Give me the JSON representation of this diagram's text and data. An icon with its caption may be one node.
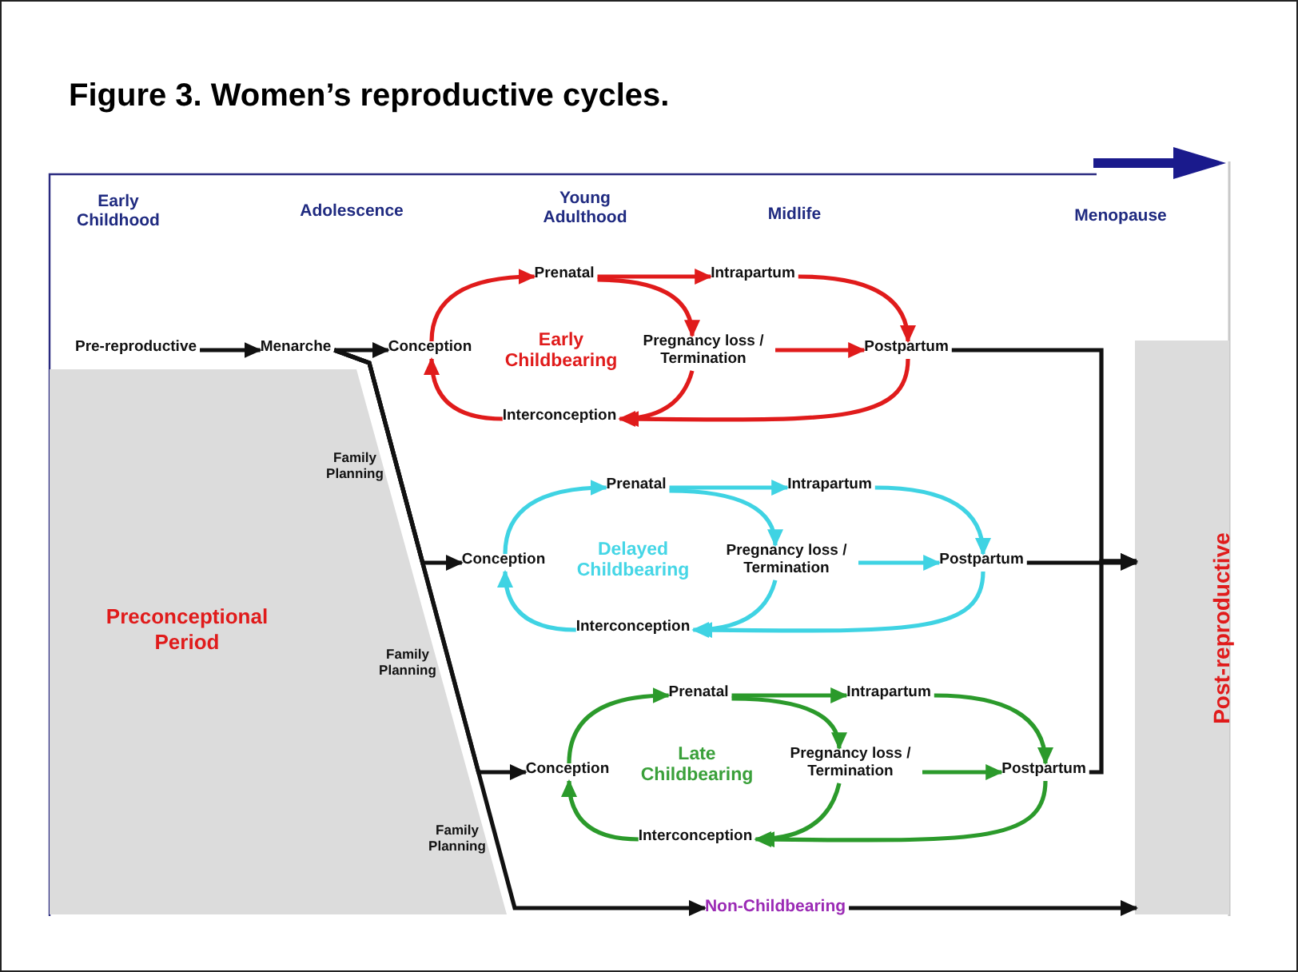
{
  "diagram": {
    "title": "Figure 3. Women’s reproductive cycles.",
    "nodes": [
      {
        "text": [
          "Pre-reproductive"
        ]
      },
      {
        "text": [
          "Menarche"
        ]
      },
      {
        "text": [
          "Conception"
        ]
      },
      {
        "text": [
          "Prenatal"
        ]
      },
      {
        "text": [
          "Intrapartum"
        ]
      },
      {
        "text": [
          "Pregnancy loss / Termination"
        ]
      },
      {
        "text": [
          "Postpartum"
        ]
      },
      {
        "text": [
          "Interconception"
        ]
      },
      {
        "text": [
          "Preconceptional Period"
        ]
      },
      {
        "text": [
          "Conception"
        ]
      },
      {
        "text": [
          "Prenatal"
        ]
      },
      {
        "text": [
          "Intrapartum"
        ]
      },
      {
        "text": [
          "Pregnancy loss / Termination"
        ]
      },
      {
        "text": [
          "Postpartum"
        ]
      },
      {
        "text": [
          "Interconception"
        ]
      },
      {
        "text": [
          "Conception"
        ]
      },
      {
        "text": [
          "Prenatal"
        ]
      },
      {
        "text": [
          "Intrapartum"
        ]
      },
      {
        "text": [
          "Pregnancy loss / Termination"
        ]
      },
      {
        "text": [
          "Postpartum"
        ]
      },
      {
        "text": [
          "Interconception"
        ]
      },
      {
        "text": [
          "Non-Childbearing"
        ]
      },
      {
        "text": [
          "Post-reproductive"
        ]
      }
    ],
    "edges": [
      {
        "from": 0,
        "to": 1,
        "arrow": "to",
        "color": "#111111"
      },
      {
        "from": 2,
        "to": 3,
        "arrow": "to",
        "color": "#e01b1b"
      },
      {
        "from": 3,
        "to": 4,
        "arrow": "to",
        "color": "#e01b1b"
      },
      {
        "from": 3,
        "to": 5,
        "arrow": "to",
        "color": "#e01b1b"
      },
      {
        "from": 4,
        "to": 6,
        "arrow": "to",
        "color": "#e01b1b"
      },
      {
        "from": 5,
        "to": 6,
        "arrow": "to",
        "color": "#e01b1b"
      },
      {
        "from": 5,
        "to": 7,
        "arrow": "to",
        "color": "#e01b1b"
      },
      {
        "from": 6,
        "to": 7,
        "arrow": "to",
        "color": "#e01b1b"
      },
      {
        "from": 7,
        "to": 2,
        "arrow": "to",
        "color": "#e01b1b"
      },
      {
        "from": 1,
        "to": 2,
        "arrow": "to",
        "color": "#111111"
      },
      {
        "from": 1,
        "to": 9,
        "arrow": "to",
        "color": "#111111"
      },
      {
        "from": 1,
        "to": 15,
        "arrow": "to",
        "color": "#111111"
      },
      {
        "from": 1,
        "to": 21,
        "arrow": "to",
        "color": "#111111"
      },
      {
        "from": 9,
        "to": 10,
        "arrow": "to",
        "color": "#3fd3e3"
      },
      {
        "from": 10,
        "to": 11,
        "arrow": "to",
        "color": "#3fd3e3"
      },
      {
        "from": 10,
        "to": 12,
        "arrow": "to",
        "color": "#3fd3e3"
      },
      {
        "from": 11,
        "to": 13,
        "arrow": "to",
        "color": "#3fd3e3"
      },
      {
        "from": 12,
        "to": 13,
        "arrow": "to",
        "color": "#3fd3e3"
      },
      {
        "from": 12,
        "to": 14,
        "arrow": "to",
        "color": "#3fd3e3"
      },
      {
        "from": 13,
        "to": 14,
        "arrow": "to",
        "color": "#3fd3e3"
      },
      {
        "from": 14,
        "to": 9,
        "arrow": "to",
        "color": "#3fd3e3"
      },
      {
        "from": 15,
        "to": 16,
        "arrow": "to",
        "color": "#2b9a2b"
      },
      {
        "from": 16,
        "to": 17,
        "arrow": "to",
        "color": "#2b9a2b"
      },
      {
        "from": 16,
        "to": 18,
        "arrow": "to",
        "color": "#2b9a2b"
      },
      {
        "from": 17,
        "to": 19,
        "arrow": "to",
        "color": "#2b9a2b"
      },
      {
        "from": 18,
        "to": 19,
        "arrow": "to",
        "color": "#2b9a2b"
      },
      {
        "from": 18,
        "to": 20,
        "arrow": "to",
        "color": "#2b9a2b"
      },
      {
        "from": 19,
        "to": 20,
        "arrow": "to",
        "color": "#2b9a2b"
      },
      {
        "from": 20,
        "to": 15,
        "arrow": "to",
        "color": "#2b9a2b"
      },
      {
        "from": 6,
        "to": 22,
        "arrow": "to",
        "color": "#111111"
      },
      {
        "from": 13,
        "to": 22,
        "arrow": "to",
        "color": "#111111"
      },
      {
        "from": 19,
        "to": 22,
        "arrow": "to",
        "color": "#111111"
      },
      {
        "from": 21,
        "to": 22,
        "arrow": "to",
        "color": "#111111"
      }
    ],
    "labels": [
      "Early Childhood",
      "Adolescence",
      "Young Adulthood",
      "Midlife",
      "Menopause",
      "Early Childbearing",
      "Family Planning",
      "Delayed Childbearing",
      "Family Planning",
      "Late Childbearing",
      "Family Planning"
    ]
  }
}
